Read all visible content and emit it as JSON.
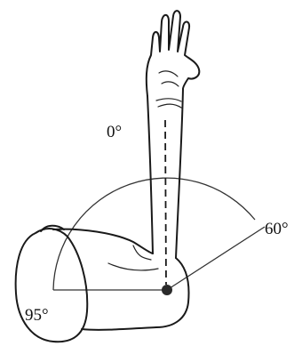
{
  "labels": {
    "zero": "0°",
    "sixty": "60°",
    "ninety_five": "95°"
  },
  "colors": {
    "ink": "#1a1a1a",
    "background": "#ffffff",
    "pivot": "#2a2a2a"
  }
}
